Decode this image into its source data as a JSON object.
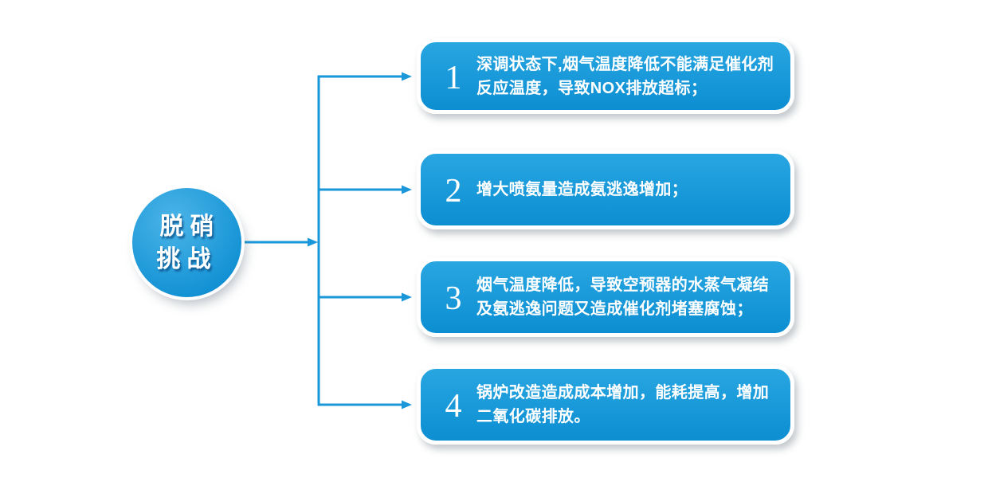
{
  "colors": {
    "line_color": "#1a97d9",
    "box_top": "#28a6e1",
    "box_bottom": "#0c8ed2",
    "circle_light": "#4cb5e8",
    "circle_dark": "#1090d3",
    "text_color": "#ffffff"
  },
  "diagram": {
    "root_label": "脱硝\n挑战",
    "items": [
      {
        "number": "1",
        "text": "深调状态下,烟气温度降低不能满足催化剂\n反应温度，导致NOX排放超标；"
      },
      {
        "number": "2",
        "text": "增大喷氨量造成氨逃逸增加；"
      },
      {
        "number": "3",
        "text": "烟气温度降低，导致空预器的水蒸气凝结\n及氨逃逸问题又造成催化剂堵塞腐蚀；"
      },
      {
        "number": "4",
        "text": "锅炉改造造成成本增加，能耗提高，增加\n二氧化碳排放。"
      }
    ]
  }
}
